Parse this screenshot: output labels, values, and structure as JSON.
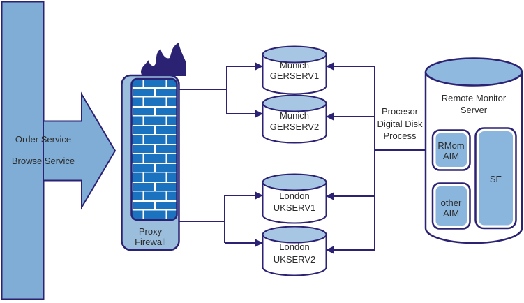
{
  "request_arrow": {
    "label_line1": "Order Service",
    "label_line2": "Browse Service"
  },
  "firewall": {
    "label_line1": "Proxy",
    "label_line2": "Firewall"
  },
  "database_servers": [
    {
      "city": "Munich",
      "name": "GERSERV1"
    },
    {
      "city": "Munich",
      "name": "GERSERV2"
    },
    {
      "city": "London",
      "name": "UKSERV1"
    },
    {
      "city": "London",
      "name": "UKSERV2"
    }
  ],
  "process_label": {
    "line1": "Procesor",
    "line2": "Digital Disk",
    "line3": "Process"
  },
  "monitor_server": {
    "title_line1": "Remote Monitor",
    "title_line2": "Server",
    "rmom_module": {
      "line1": "RMom",
      "line2": "AIM"
    },
    "other_module": {
      "line1": "other",
      "line2": "AIM"
    },
    "se_module": {
      "label": "SE"
    }
  },
  "colors": {
    "shape_fill_blue": "#80ADD5",
    "cylinder_top_blue": "#A6C6E3",
    "firewall_brick_blue": "#1B72BE",
    "outline_navy": "#2B2273",
    "text": "#2B2B2B"
  }
}
